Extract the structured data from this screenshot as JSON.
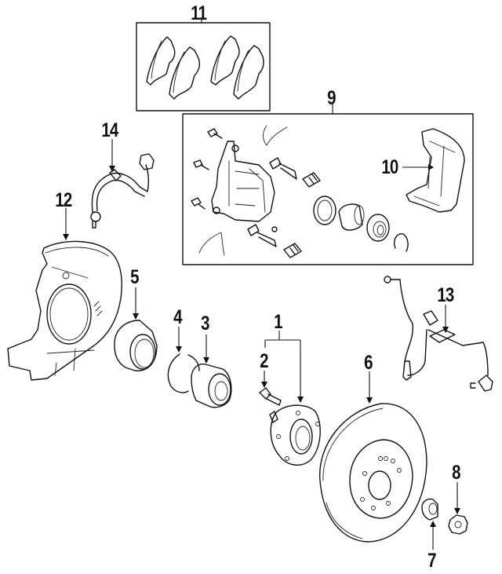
{
  "diagram": {
    "type": "exploded-parts-diagram",
    "subject": "Front brake and hub assembly",
    "callouts": [
      {
        "id": "1",
        "label": "1",
        "part": "hub assembly (with bolts)"
      },
      {
        "id": "2",
        "label": "2",
        "part": "hub bolt"
      },
      {
        "id": "3",
        "label": "3",
        "part": "wheel bearing"
      },
      {
        "id": "4",
        "label": "4",
        "part": "snap ring"
      },
      {
        "id": "5",
        "label": "5",
        "part": "dust deflector"
      },
      {
        "id": "6",
        "label": "6",
        "part": "brake rotor"
      },
      {
        "id": "7",
        "label": "7",
        "part": "lock nut / cap"
      },
      {
        "id": "8",
        "label": "8",
        "part": "hub nut"
      },
      {
        "id": "9",
        "label": "9",
        "part": "caliper assembly"
      },
      {
        "id": "10",
        "label": "10",
        "part": "caliper support / bracket"
      },
      {
        "id": "11",
        "label": "11",
        "part": "brake pad set"
      },
      {
        "id": "12",
        "label": "12",
        "part": "splash shield"
      },
      {
        "id": "13",
        "label": "13",
        "part": "ABS speed sensor"
      },
      {
        "id": "14",
        "label": "14",
        "part": "brake hose"
      }
    ],
    "colors": {
      "ink": "#111111",
      "background": "#ffffff"
    }
  }
}
